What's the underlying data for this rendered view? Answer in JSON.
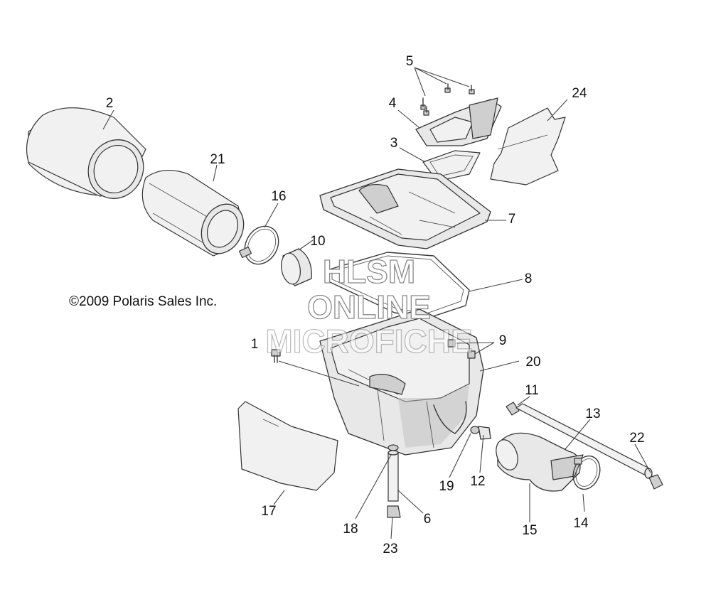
{
  "copyright": "©2009 Polaris Sales Inc.",
  "watermark": {
    "lines": [
      "HLSM",
      "ONLINE",
      "MICROFICHE"
    ]
  },
  "callouts": [
    "1",
    "2",
    "3",
    "4",
    "5",
    "6",
    "7",
    "8",
    "9",
    "10",
    "11",
    "12",
    "13",
    "14",
    "15",
    "16",
    "17",
    "18",
    "19",
    "20",
    "21",
    "22",
    "23",
    "24"
  ],
  "colors": {
    "line": "#333333",
    "fill": "#e8e8e8",
    "watermark_stroke": "#8a8a8a"
  }
}
